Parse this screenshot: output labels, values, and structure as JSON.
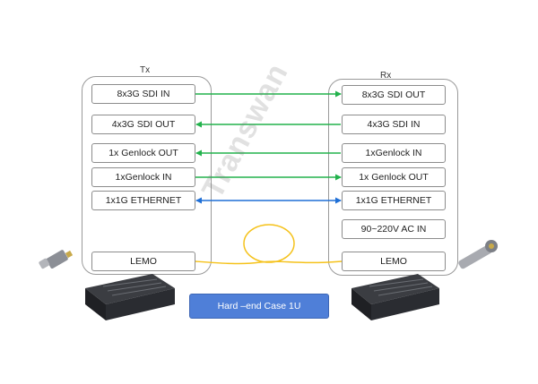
{
  "tx": {
    "title": "Tx",
    "ports": [
      "8x3G SDI IN",
      "4x3G SDI OUT",
      "1x Genlock OUT",
      "1xGenlock IN",
      "1x1G ETHERNET",
      "LEMO"
    ]
  },
  "rx": {
    "title": "Rx",
    "ports": [
      "8x3G SDI OUT",
      "4x3G SDI IN",
      "1xGenlock IN",
      "1x Genlock OUT",
      "1x1G ETHERNET",
      "90~220V AC IN",
      "LEMO"
    ]
  },
  "case_label": "Hard –end Case 1U",
  "watermark": "Transwan",
  "colors": {
    "green": "#22b24c",
    "blue": "#1f6fd6",
    "yellow": "#f5c21b",
    "note_bg": "#4f7fd8"
  }
}
